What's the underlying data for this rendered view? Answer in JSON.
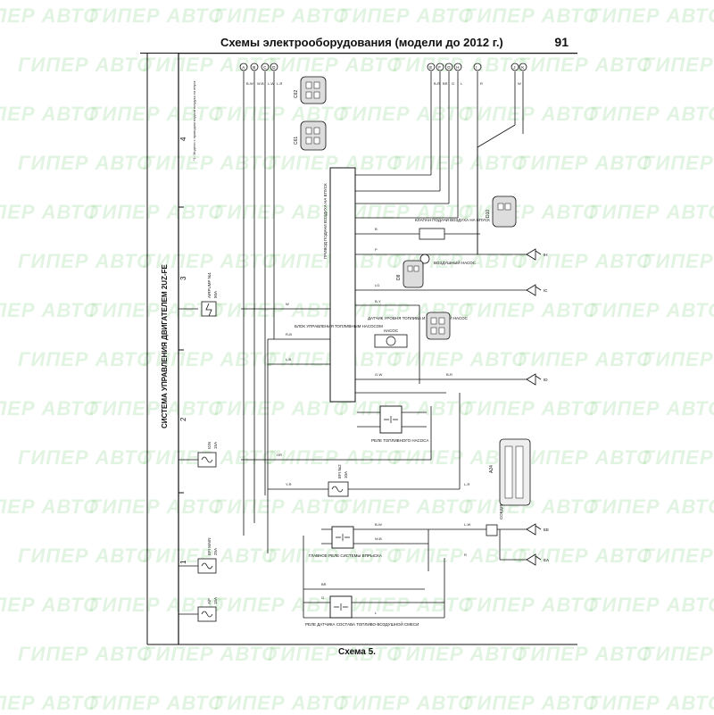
{
  "header": {
    "title": "Схемы электрооборудования (модели до 2012 г.)",
    "page_number": "91"
  },
  "diagram": {
    "system_title": "СИСТЕМА УПРАВЛЕНИЯ ДВИГАТЕЛЕМ 2UZ-FE",
    "section_numbers": [
      "1",
      "2",
      "3",
      "4"
    ],
    "caption": "Схема 5.",
    "fuses": [
      {
        "ref": "EFI MAIN",
        "rating": "25A"
      },
      {
        "ref": "A/F",
        "rating": "15A"
      },
      {
        "ref": "AIRPUMP №1",
        "rating": "50A"
      },
      {
        "ref": "IGN",
        "rating": "15A"
      },
      {
        "ref": "EFI №2",
        "rating": "10A"
      }
    ],
    "components": {
      "main_relay": "ГЛАВНОЕ РЕЛЕ СИСТЕМЫ ВПРЫСКА",
      "af_relay": "РЕЛЕ ДАТЧИКА СОСТАВА ТОПЛИВО-ВОЗДУШНОЙ СМЕСИ",
      "fuel_pump_relay": "РЕЛЕ ТОПЛИВНОГО НАСОСА",
      "pump_ecu": "БЛОК УПРАВЛЕНИЯ ТОПЛИВНЫМ НАСОСОМ",
      "fuel_sensor": "ДАТЧИК УРОВНЯ ТОПЛИВА И ТОПЛИВНЫЙ НАСОС",
      "pump": "НАСОС",
      "air_valve": "КЛАПАН ПОДАЧИ ВОЗДУХА НА ВПУСК",
      "air_pump": "ВОЗДУШНЫЙ НАСОС",
      "air_drive": "ПРИВОД ПОДАЧИ ВОЗДУХА НА ВПУСК",
      "junction": "СОЕДИНИТ. РАЗЪЕМ",
      "note": "*1: Модели с приводом подачи воздуха на впуск"
    },
    "connector_refs": [
      "A24",
      "D10",
      "D8",
      "C61",
      "C62"
    ],
    "terminals_top": [
      "A",
      "B",
      "C",
      "D",
      "E",
      "F",
      "G",
      "H",
      "I",
      "J",
      "K"
    ],
    "grounds": [
      "IH",
      "IC",
      "ID",
      "EE",
      "EA"
    ],
    "wire_colors": [
      "B-W",
      "W-B",
      "L-W",
      "L-R",
      "B-R",
      "BR",
      "G",
      "L",
      "R",
      "W",
      "B",
      "P",
      "LG",
      "B-Y",
      "G-W",
      "R-B",
      "L-B",
      "GR",
      "Y-R"
    ]
  }
}
